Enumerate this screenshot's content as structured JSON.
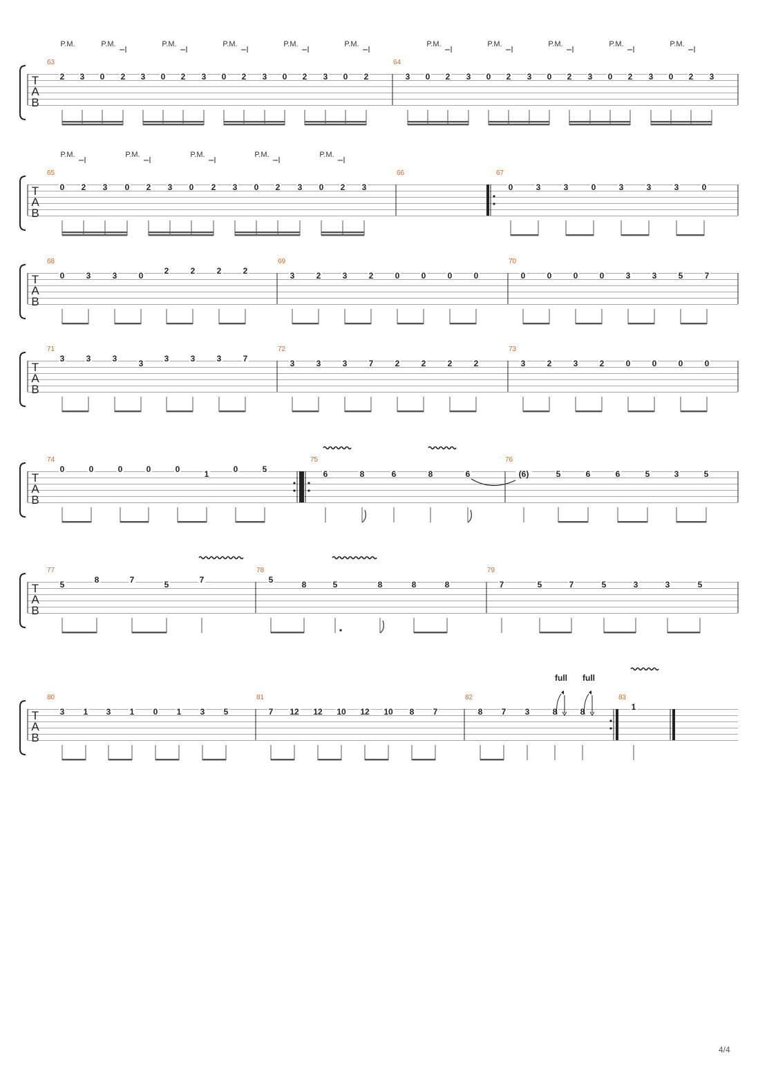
{
  "page_number": "4/4",
  "tab_clef": [
    "T",
    "A",
    "B"
  ],
  "colors": {
    "measure_number": "#e8641e",
    "staff_line": "#a8a8a8",
    "ink": "#222222"
  },
  "palm_mute_label": "P.M.",
  "bend_label": "full",
  "systems": [
    {
      "pm": [
        "P.M.",
        "P.M.",
        "P.M.",
        "P.M.",
        "P.M.",
        "P.M.",
        "P.M.",
        "P.M.",
        "P.M.",
        "P.M.",
        "P.M."
      ],
      "measures": [
        {
          "number": "63",
          "notes": [
            "2",
            "3",
            "0",
            "2",
            "3",
            "0",
            "2",
            "3",
            "0",
            "2",
            "3",
            "0",
            "2",
            "3",
            "0",
            "2"
          ]
        },
        {
          "number": "64",
          "notes": [
            "3",
            "0",
            "2",
            "3",
            "0",
            "2",
            "3",
            "0",
            "2",
            "3",
            "0",
            "2",
            "3",
            "0",
            "2",
            "3"
          ]
        }
      ]
    },
    {
      "pm": [
        "P.M.",
        "P.M.",
        "P.M.",
        "P.M.",
        "P.M."
      ],
      "measures": [
        {
          "number": "65",
          "notes": [
            "0",
            "2",
            "3",
            "0",
            "2",
            "3",
            "0",
            "2",
            "3",
            "0",
            "2",
            "3",
            "0",
            "2",
            "3"
          ]
        },
        {
          "number": "66",
          "notes": []
        },
        {
          "number": "67",
          "notes": [
            "0",
            "3",
            "3",
            "0",
            "3",
            "3",
            "3",
            "0"
          ]
        }
      ]
    },
    {
      "measures": [
        {
          "number": "68",
          "notes": [
            "0",
            "3",
            "3",
            "0",
            "2",
            "2",
            "2",
            "2"
          ]
        },
        {
          "number": "69",
          "notes": [
            "3",
            "2",
            "3",
            "2",
            "0",
            "0",
            "0",
            "0"
          ]
        },
        {
          "number": "70",
          "notes": [
            "0",
            "0",
            "0",
            "0",
            "3",
            "3",
            "5",
            "7"
          ]
        }
      ]
    },
    {
      "measures": [
        {
          "number": "71",
          "notes": [
            "3",
            "3",
            "3",
            "3",
            "3",
            "3",
            "3",
            "7"
          ]
        },
        {
          "number": "72",
          "notes": [
            "3",
            "3",
            "3",
            "7",
            "2",
            "2",
            "2",
            "2"
          ]
        },
        {
          "number": "73",
          "notes": [
            "3",
            "2",
            "3",
            "2",
            "0",
            "0",
            "0",
            "0"
          ]
        }
      ]
    },
    {
      "measures": [
        {
          "number": "74",
          "notes": [
            "0",
            "0",
            "0",
            "0",
            "0",
            "1",
            "0",
            "5"
          ]
        },
        {
          "number": "75",
          "notes": [
            "6",
            "8",
            "6",
            "8",
            "6"
          ]
        },
        {
          "number": "76",
          "notes": [
            "(6)",
            "5",
            "6",
            "6",
            "5",
            "3",
            "5"
          ]
        }
      ]
    },
    {
      "measures": [
        {
          "number": "77",
          "notes": [
            "5",
            "8",
            "7",
            "5",
            "7"
          ]
        },
        {
          "number": "78",
          "notes": [
            "5",
            "8",
            "5",
            "8",
            "8",
            "8"
          ]
        },
        {
          "number": "79",
          "notes": [
            "7",
            "5",
            "7",
            "5",
            "3",
            "3",
            "5"
          ]
        }
      ]
    },
    {
      "bends": [
        "full",
        "full"
      ],
      "measures": [
        {
          "number": "80",
          "notes": [
            "3",
            "1",
            "3",
            "1",
            "0",
            "1",
            "3",
            "5"
          ]
        },
        {
          "number": "81",
          "notes": [
            "7",
            "12",
            "12",
            "10",
            "12",
            "10",
            "8",
            "7"
          ]
        },
        {
          "number": "82",
          "notes": [
            "8",
            "7",
            "3",
            "8",
            "8"
          ]
        },
        {
          "number": "83",
          "notes": [
            "1"
          ]
        }
      ]
    }
  ]
}
